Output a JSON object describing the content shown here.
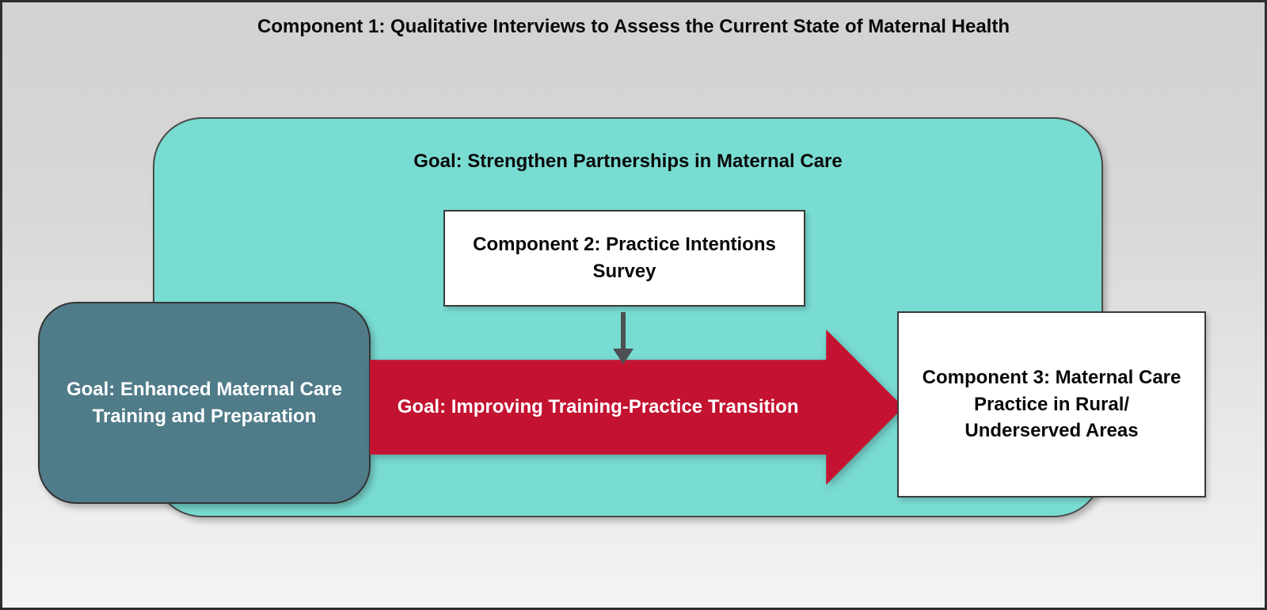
{
  "colors": {
    "teal_container": "#79dcd2",
    "slate_box": "#507c8a",
    "red_arrow": "#c41231",
    "down_arrow": "#4d4f52",
    "background_top": "#d2d2d2",
    "background_bottom": "#f3f3f3",
    "frame_border": "#2e2e2e"
  },
  "diagram": {
    "title": "Component 1: Qualitative Interviews to Assess the Current State of Maternal Health",
    "partnership_goal": "Goal: Strengthen Partnerships in Maternal Care",
    "component2": "Component 2: Practice Intentions Survey",
    "training_goal": "Goal: Enhanced Maternal Care Training and Preparation",
    "transition_goal": "Goal: Improving Training-Practice Transition",
    "component3": "Component 3: Maternal Care Practice in Rural/ Underserved Areas"
  }
}
